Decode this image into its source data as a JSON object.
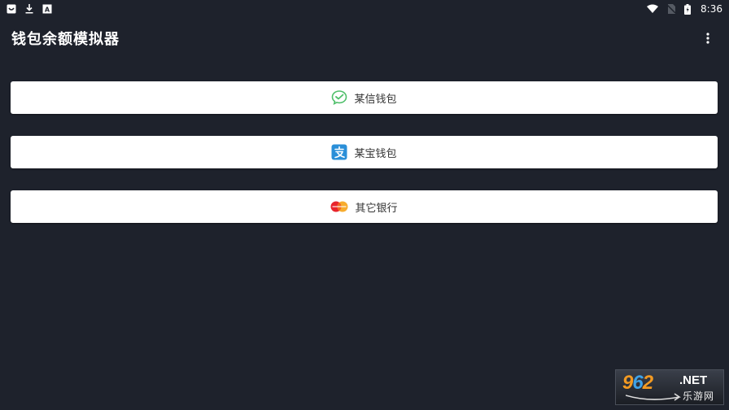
{
  "status_bar": {
    "left_icons": [
      "notification-icon",
      "download-icon",
      "a-icon"
    ],
    "right_icons": [
      "wifi-icon",
      "no-sim-icon",
      "battery-charging-icon"
    ],
    "time": "8:36"
  },
  "app_bar": {
    "title": "钱包余额模拟器",
    "overflow_icon": "more-vert-icon"
  },
  "buttons": [
    {
      "label": "某信钱包",
      "icon": "wechat-icon",
      "icon_color": "#4fbf6a"
    },
    {
      "label": "某宝钱包",
      "icon": "alipay-icon",
      "icon_color": "#2a8fd8"
    },
    {
      "label": "其它银行",
      "icon": "mastercard-icon",
      "icon_color": "#e8242c"
    }
  ],
  "watermark": {
    "digits": [
      "9",
      "6",
      "2"
    ],
    "suffix": ".NET",
    "subtitle": "乐游网"
  },
  "colors": {
    "background": "#1e222c",
    "button_bg": "#ffffff",
    "button_text": "#333333"
  }
}
